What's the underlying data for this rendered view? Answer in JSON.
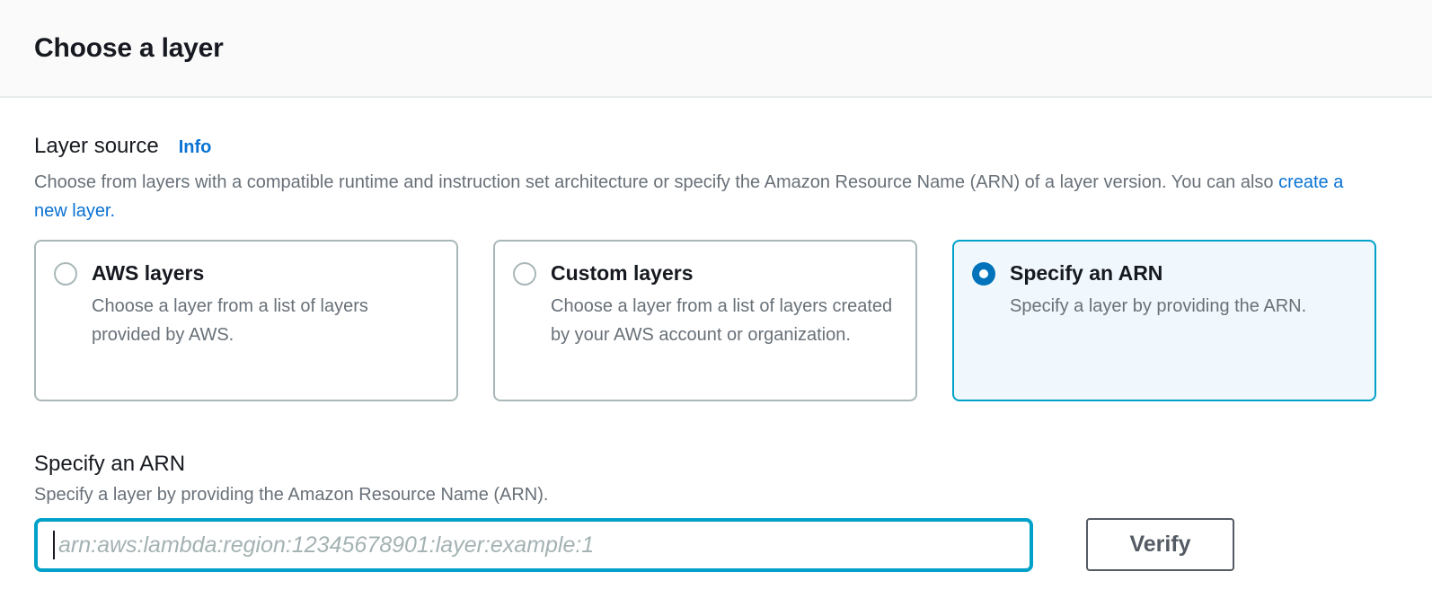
{
  "header": {
    "title": "Choose a layer"
  },
  "layer_source": {
    "label": "Layer source",
    "info_link": "Info",
    "description": "Choose from layers with a compatible runtime and instruction set architecture or specify the Amazon Resource Name (ARN) of a layer version. You can also",
    "link_text": "create a new layer."
  },
  "options": [
    {
      "title": "AWS layers",
      "description": "Choose a layer from a list of layers provided by AWS.",
      "selected": false
    },
    {
      "title": "Custom layers",
      "description": "Choose a layer from a list of layers created by your AWS account or organization.",
      "selected": false
    },
    {
      "title": "Specify an ARN",
      "description": "Specify a layer by providing the ARN.",
      "selected": true
    }
  ],
  "arn_section": {
    "label": "Specify an ARN",
    "description": "Specify a layer by providing the Amazon Resource Name (ARN).",
    "placeholder": "arn:aws:lambda:region:12345678901:layer:example:1",
    "value": "",
    "verify_label": "Verify"
  },
  "colors": {
    "link_blue": "#0972d3",
    "radio_selected_blue": "#0073bb",
    "focus_border_teal": "#00a1c9",
    "selected_card_bg": "#f1f8fd",
    "heading_text": "#16191f",
    "secondary_text": "#687078",
    "card_border": "#aab7b8",
    "button_border": "#545b64",
    "header_bg": "#fafafa",
    "divider": "#eaeded",
    "placeholder_text": "#a4b2b3"
  }
}
